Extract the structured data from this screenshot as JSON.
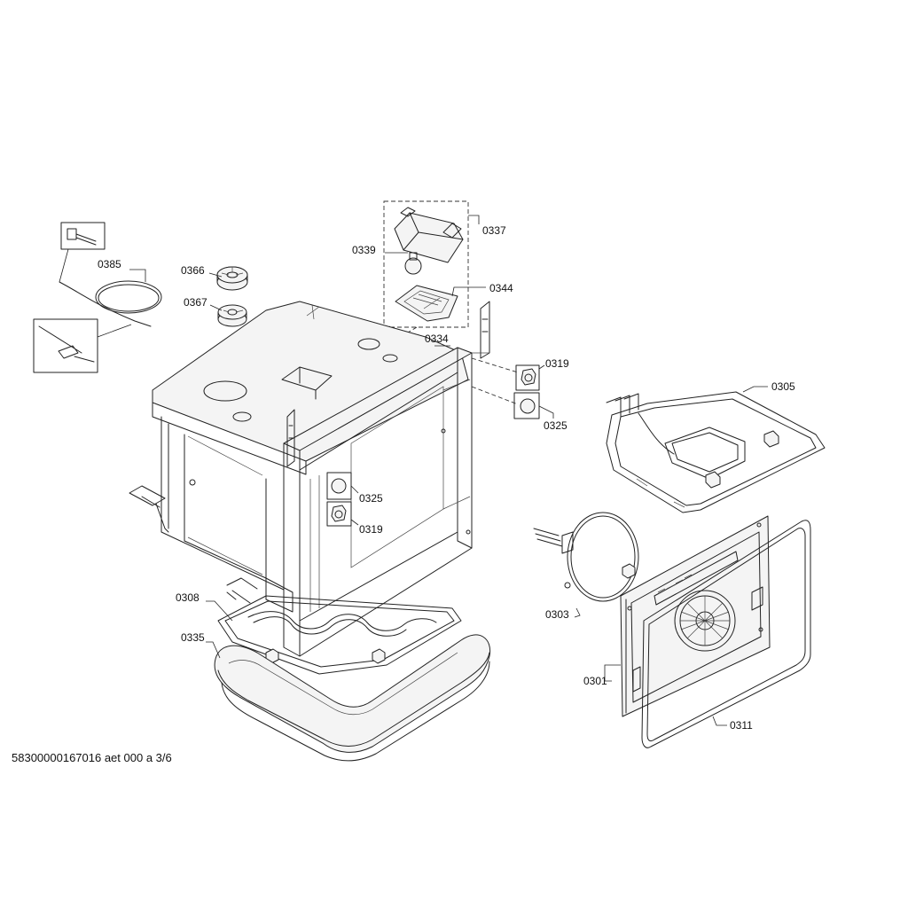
{
  "footer": {
    "code": "58300000167016 aet 000 a 3/6"
  },
  "callouts": {
    "c0385": "0385",
    "c0366": "0366",
    "c0367": "0367",
    "c0339": "0339",
    "c0337": "0337",
    "c0344": "0344",
    "c0334": "0334",
    "c0319_top": "0319",
    "c0325_top": "0325",
    "c0305": "0305",
    "c0325_mid": "0325",
    "c0319_mid": "0319",
    "c0308": "0308",
    "c0335": "0335",
    "c0303": "0303",
    "c0301": "0301",
    "c0311": "0311"
  },
  "colors": {
    "line": "#222222",
    "fill": "#f4f4f4",
    "background": "#ffffff"
  }
}
